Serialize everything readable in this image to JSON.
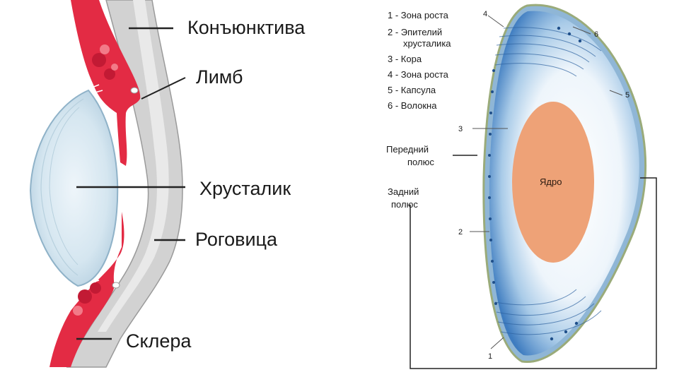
{
  "left_diagram": {
    "labels": {
      "conjunctiva": "Конъюнктива",
      "limbus": "Лимб",
      "lens": "Хрусталик",
      "cornea": "Роговица",
      "sclera": "Склера"
    }
  },
  "right_diagram": {
    "legend": [
      "1 - Зона роста",
      "2 - Эпителий",
      "хрусталика",
      "3 - Кора",
      "4 - Зона роста",
      "5 - Капсула",
      "6 - Волокна"
    ],
    "pole_labels": {
      "front_1": "Передний",
      "front_2": "полюс",
      "back_1": "Задний",
      "back_2": "полюс"
    },
    "nucleus": "Ядро",
    "callouts": {
      "n1": "1",
      "n2": "2",
      "n3": "3",
      "n4": "4",
      "n5": "5",
      "n6": "6"
    }
  },
  "colors": {
    "tissue_red": "#e0203a",
    "sclera_gray": "#cfcfcf",
    "lens_blue": "#d6e7f1",
    "capsule_blue": "#3f7fc4",
    "nucleus_orange": "#eea277"
  }
}
